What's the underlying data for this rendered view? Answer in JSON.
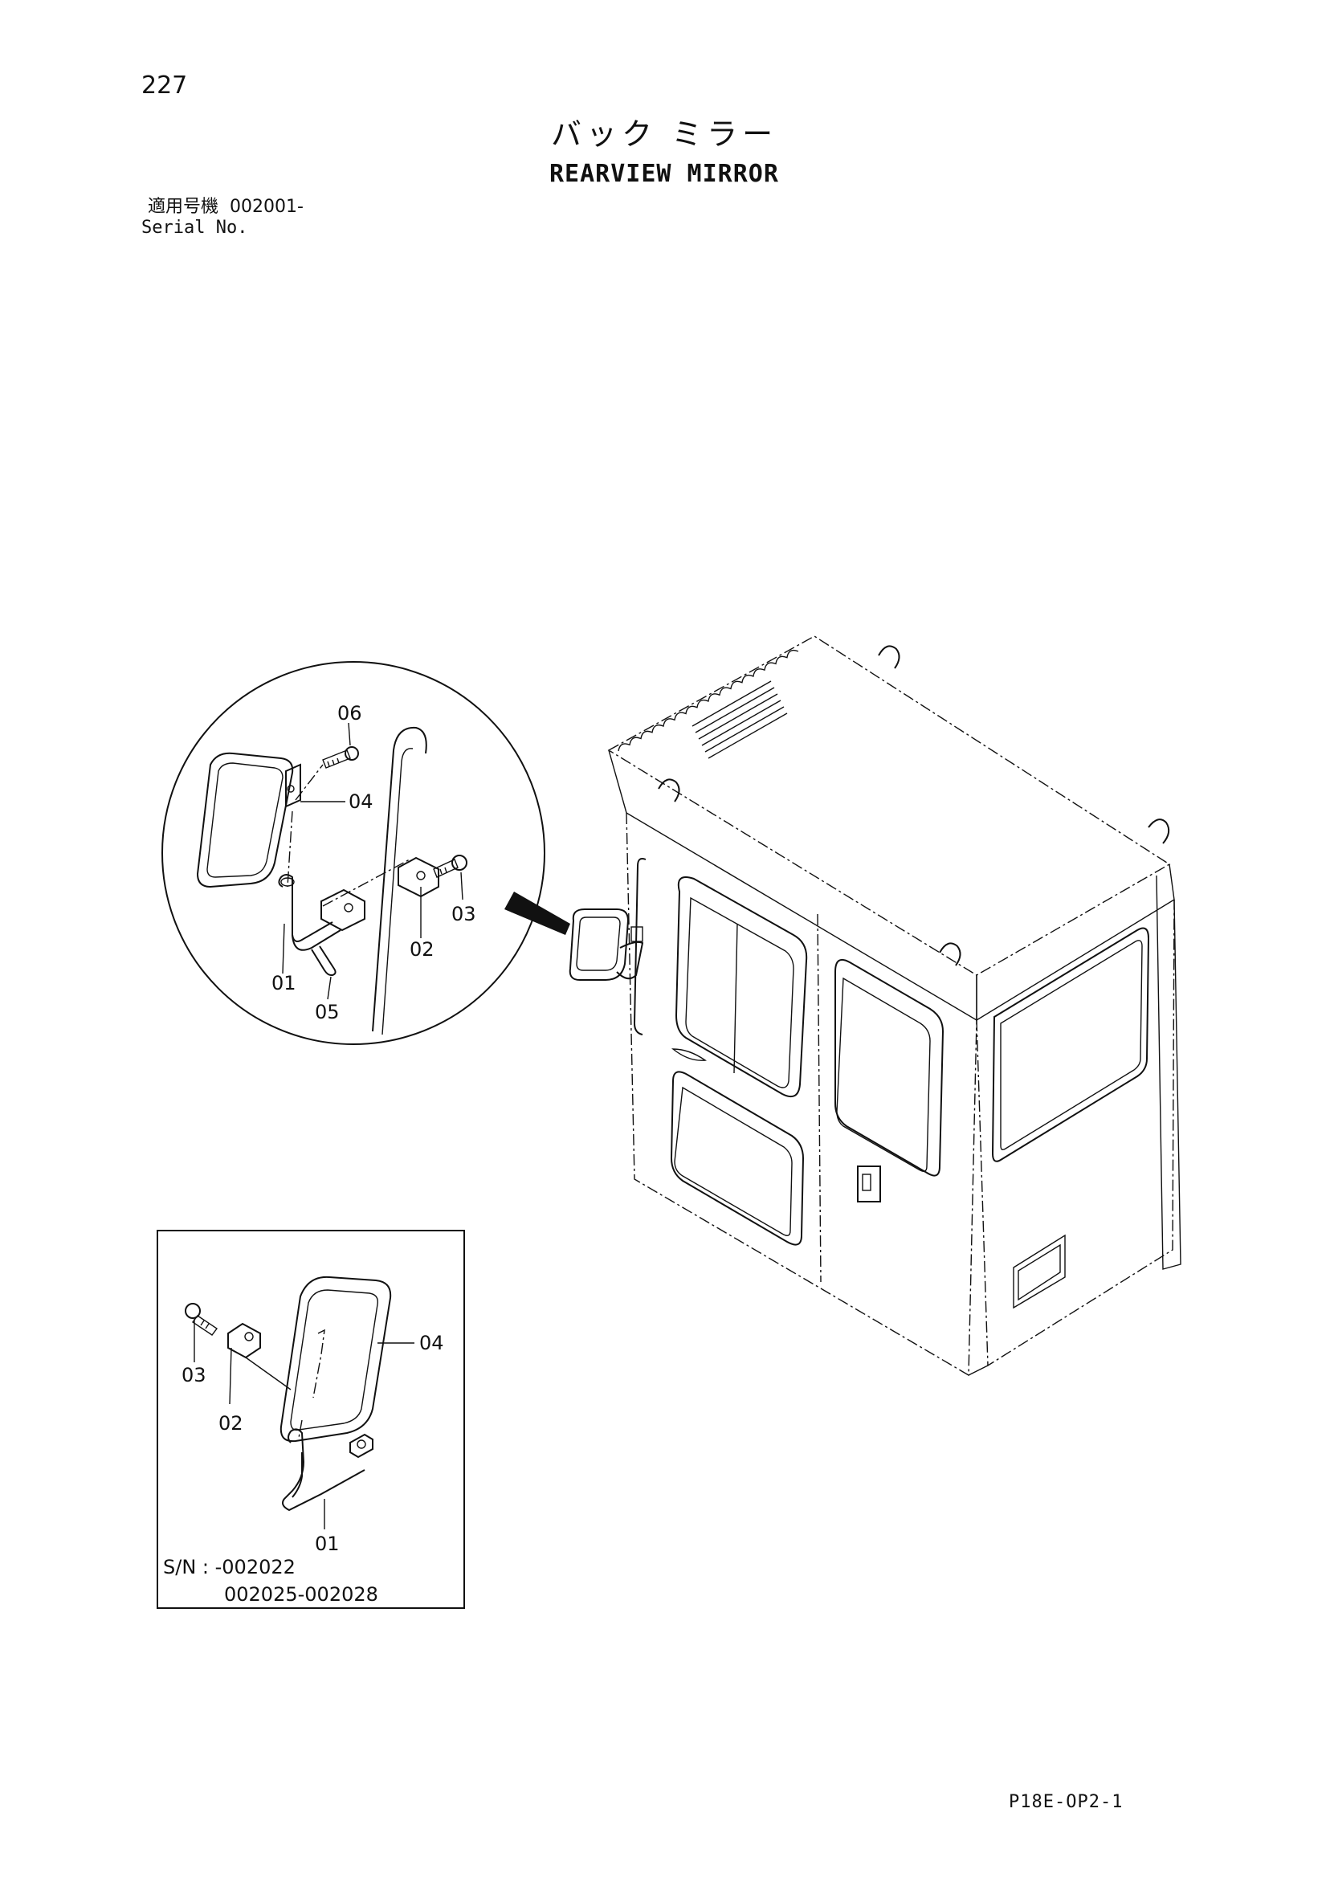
{
  "page": {
    "number": "227",
    "title_jp": "バック ミラー",
    "title_en": "REARVIEW MIRROR",
    "serial_jp": "適用号機  002001-",
    "serial_label": "Serial No.",
    "footer_code": "P18E-OP2-1"
  },
  "detail_circle": {
    "callouts": [
      "06",
      "04",
      "03",
      "02",
      "01",
      "05"
    ]
  },
  "inset_box": {
    "callouts": [
      "03",
      "04",
      "02",
      "01"
    ],
    "sn_line1": "S/N : -002022",
    "sn_line2": "002025-002028"
  }
}
